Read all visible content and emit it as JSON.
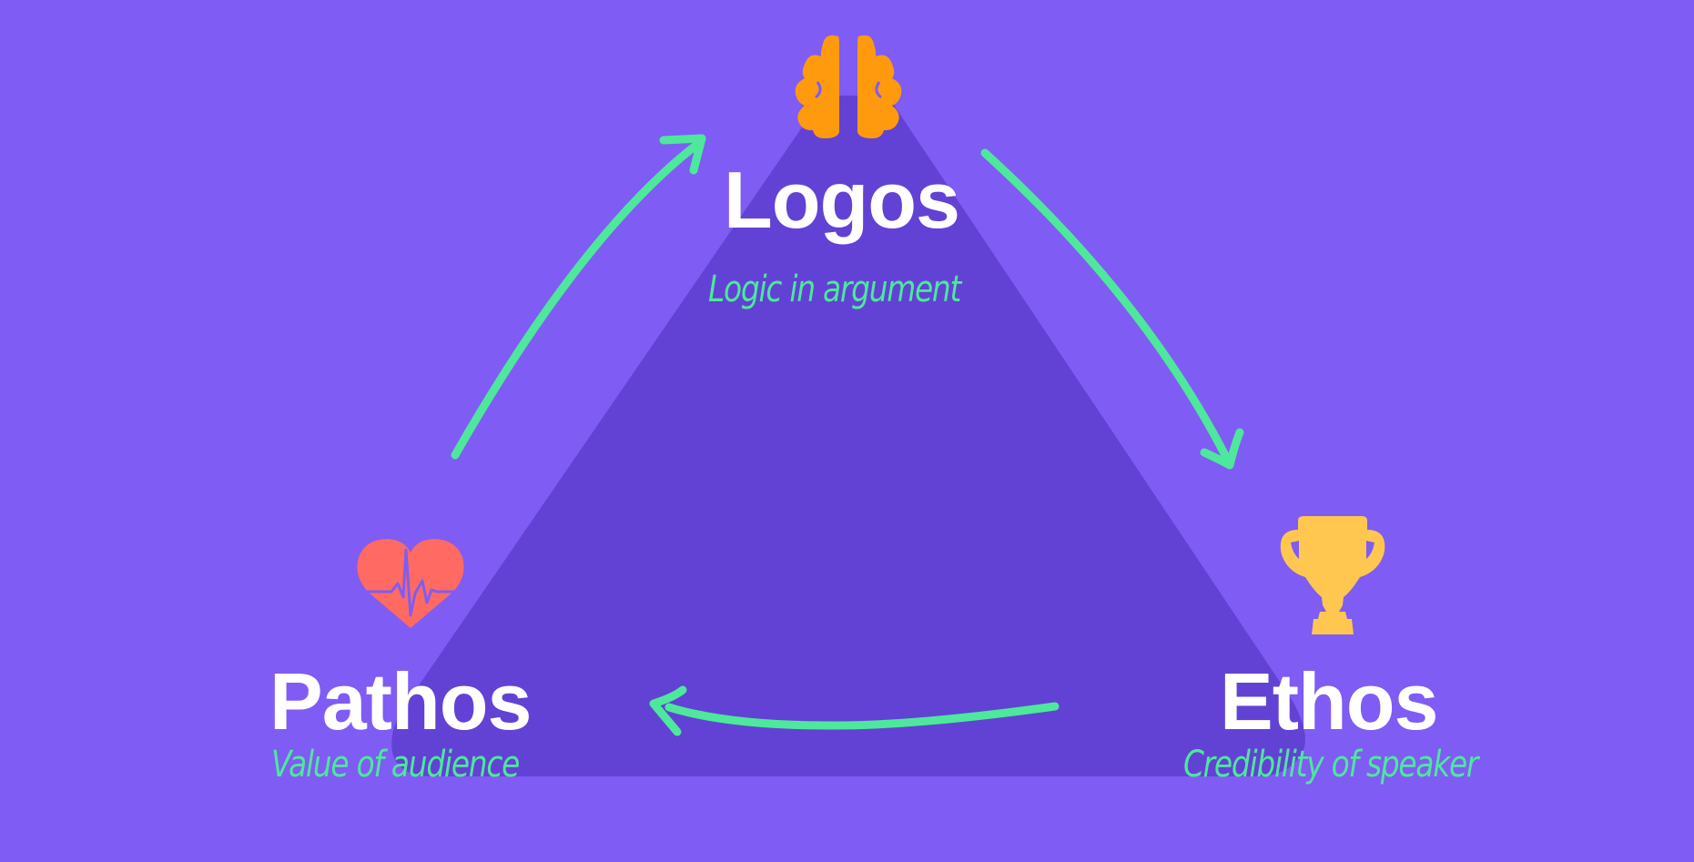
{
  "colors": {
    "background": "#7f5cf4",
    "triangle": "#6242d4",
    "arrow": "#4de89b",
    "title": "#ffffff",
    "subtitle": "#4de89b",
    "brain": "#ff9a0e",
    "heart": "#ff6a63",
    "trophy": "#ffc750"
  },
  "nodes": {
    "logos": {
      "title": "Logos",
      "subtitle": "Logic in argument",
      "icon": "brain-icon"
    },
    "pathos": {
      "title": "Pathos",
      "subtitle": "Value of audience",
      "icon": "heart-pulse-icon"
    },
    "ethos": {
      "title": "Ethos",
      "subtitle": "Credibility of speaker",
      "icon": "trophy-icon"
    }
  },
  "arrows": [
    {
      "from": "pathos",
      "to": "logos"
    },
    {
      "from": "logos",
      "to": "ethos"
    },
    {
      "from": "ethos",
      "to": "pathos"
    }
  ]
}
